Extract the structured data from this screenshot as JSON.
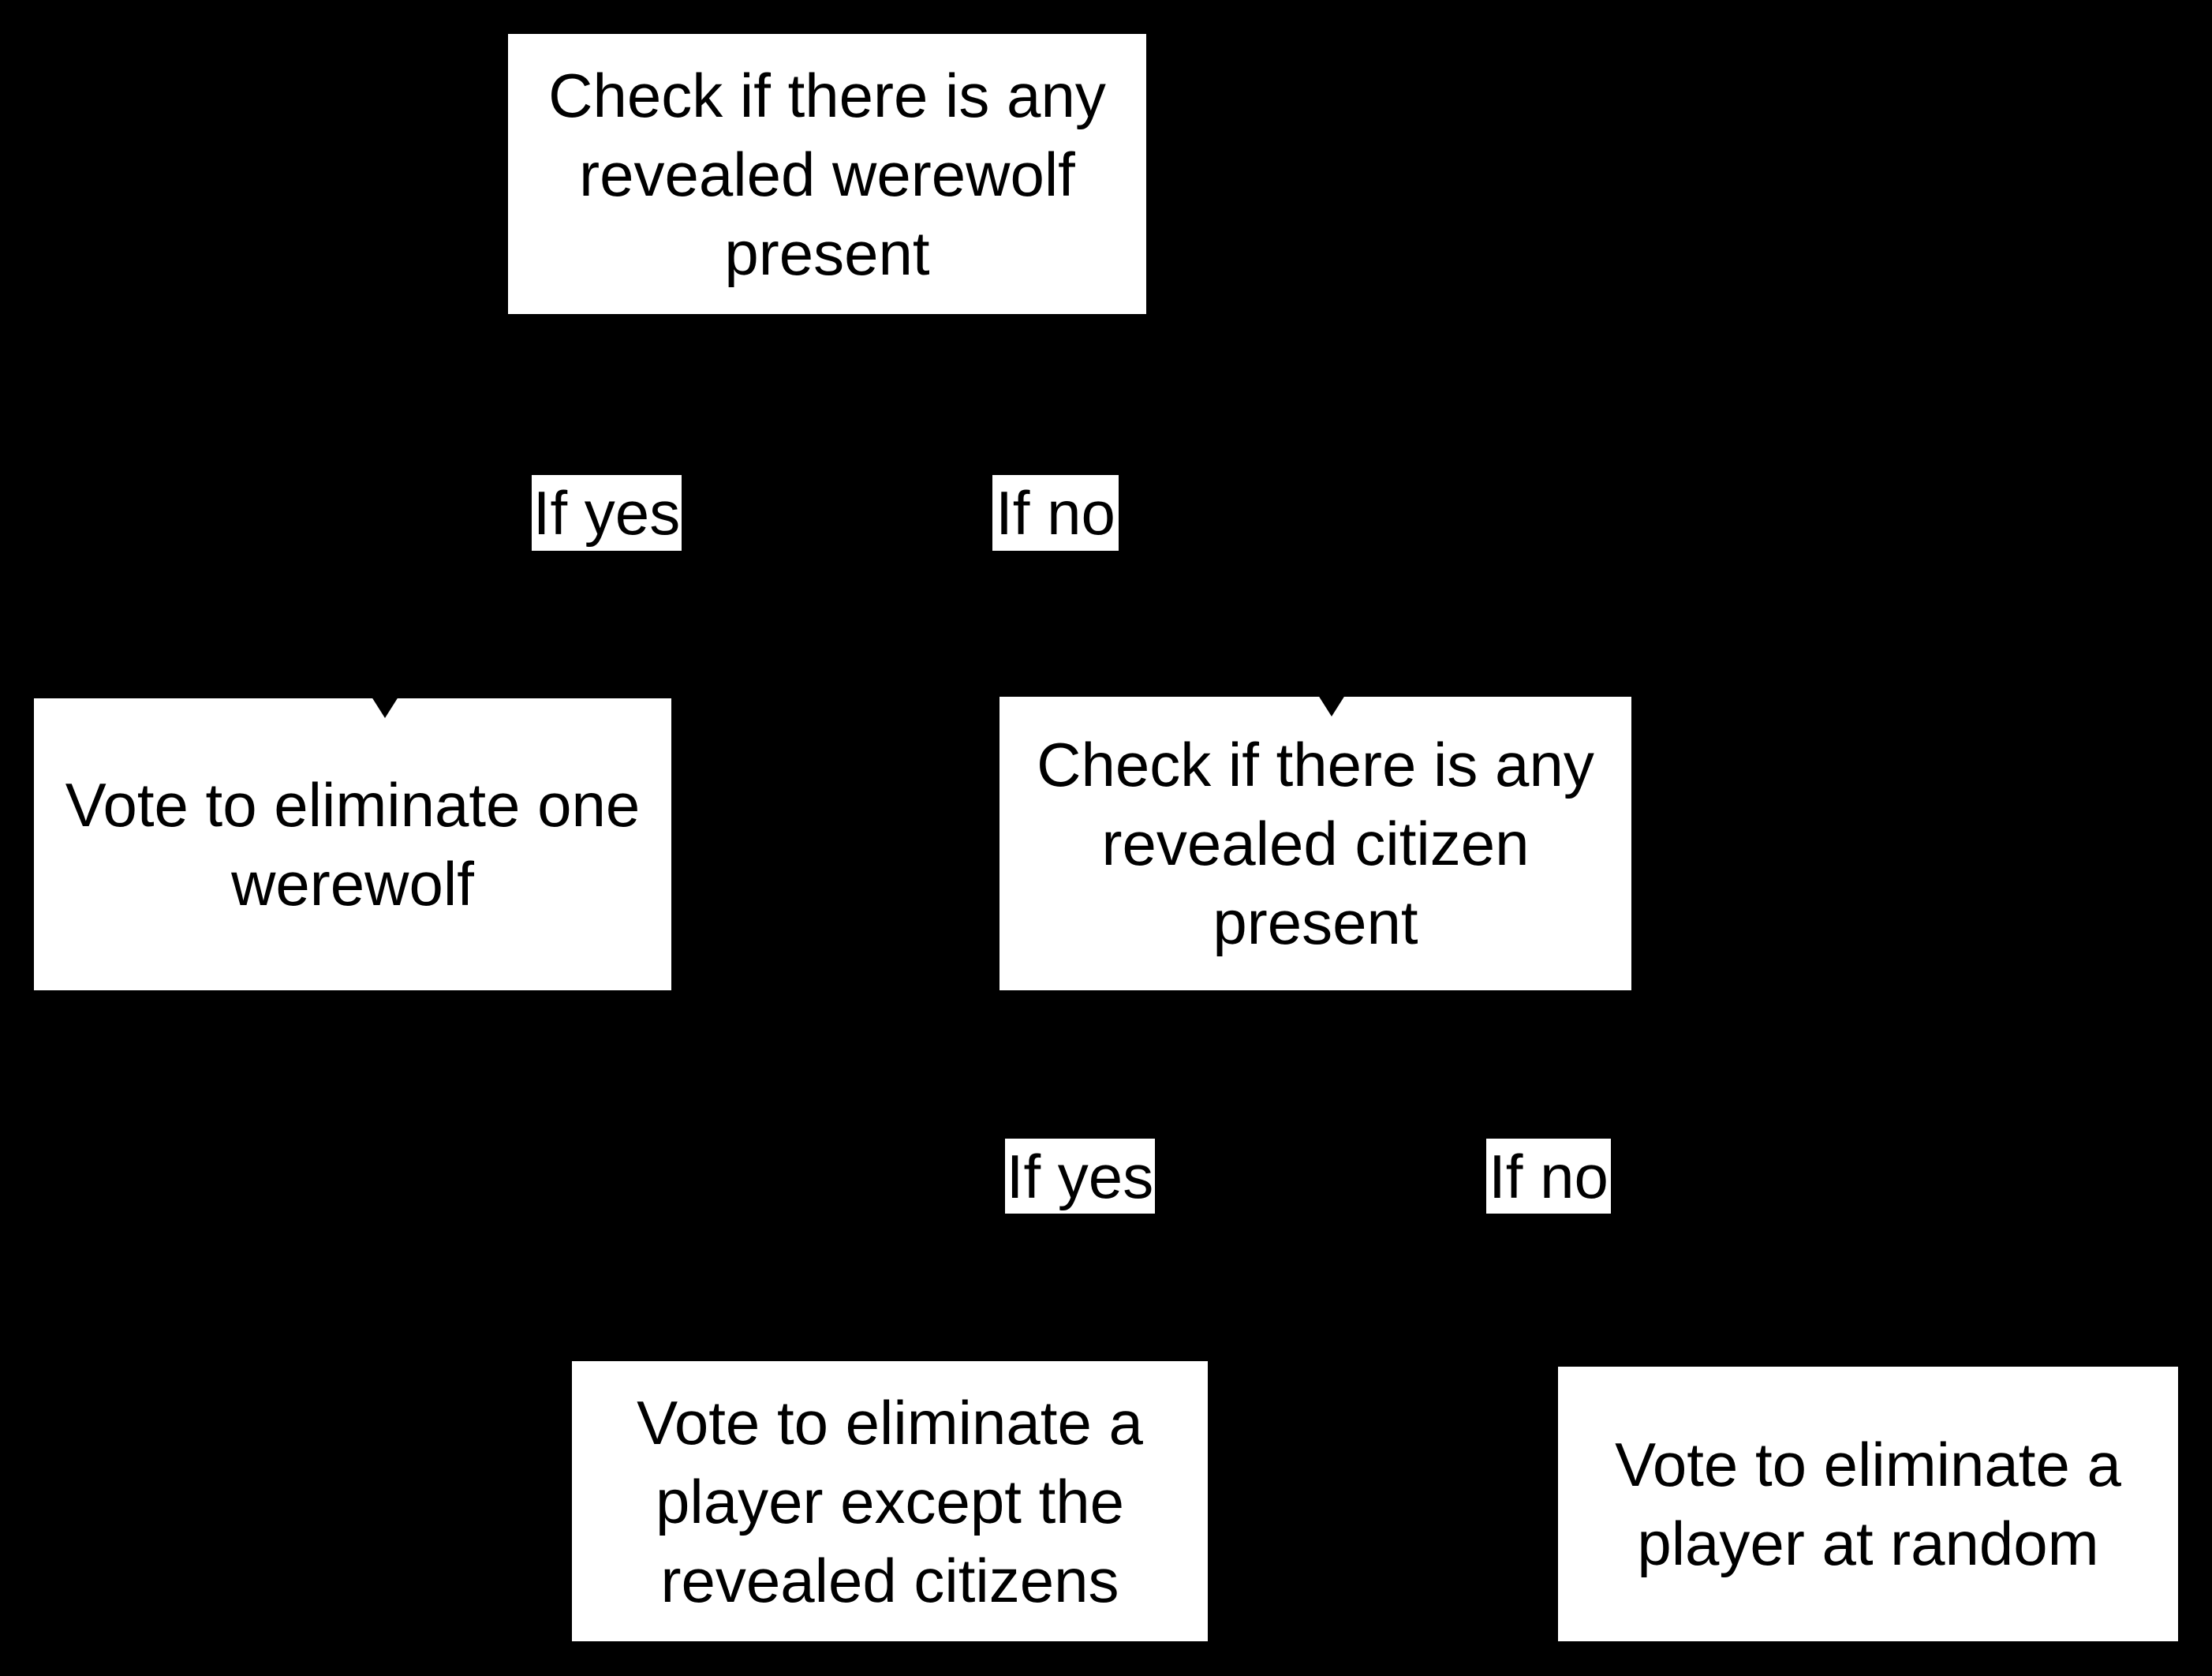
{
  "colors": {
    "background": "#000000",
    "node_fill": "#ffffff",
    "text": "#000000"
  },
  "flowchart": {
    "nodes": {
      "check_werewolf": {
        "text": "Check if there is any\nrevealed werewolf\npresent"
      },
      "vote_one_werewolf": {
        "text": "Vote to eliminate one\nwerewolf"
      },
      "check_citizen": {
        "text": "Check if there is any\nrevealed citizen\npresent"
      },
      "vote_except_citizens": {
        "text": "Vote to eliminate a\nplayer except the\nrevealed citizens"
      },
      "vote_random": {
        "text": "Vote to eliminate a\nplayer at random"
      }
    },
    "edge_labels": {
      "werewolf_yes": "If yes",
      "werewolf_no": "If no",
      "citizen_yes": "If yes",
      "citizen_no": "If no"
    }
  }
}
